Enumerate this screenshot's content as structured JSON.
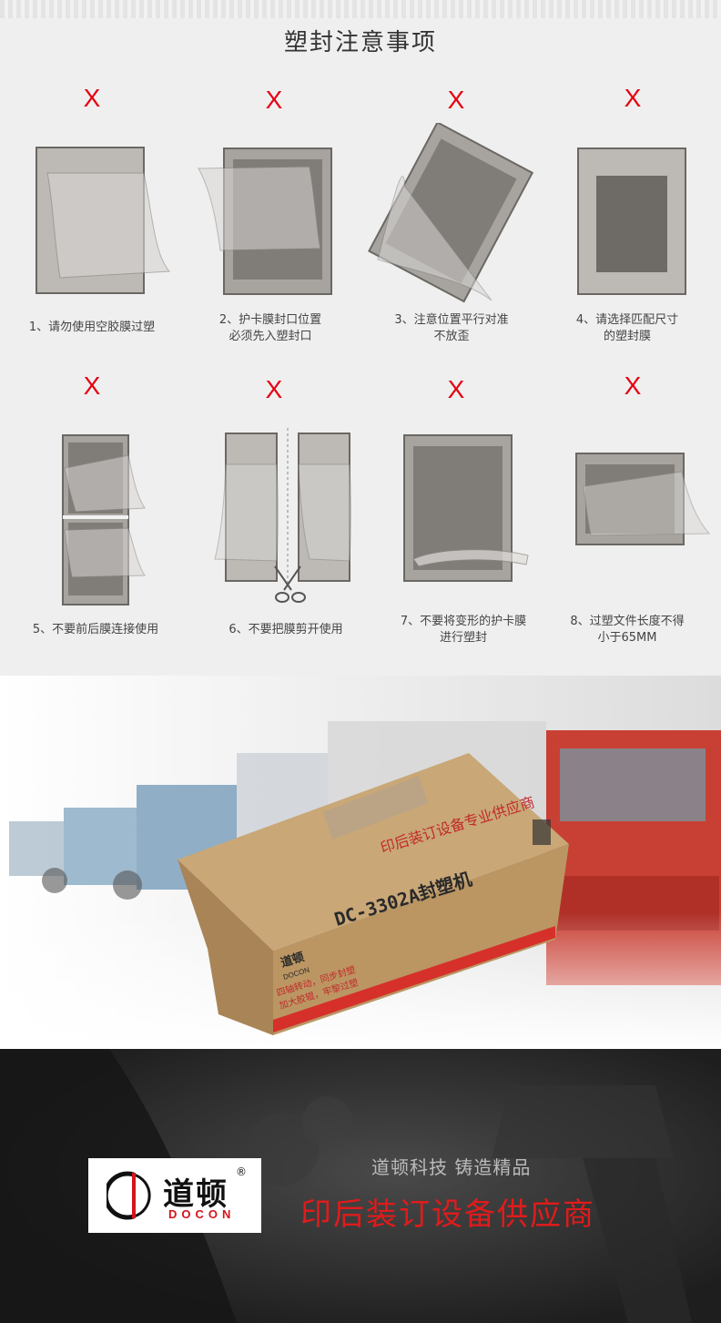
{
  "title": "塑封注意事项",
  "mark": "X",
  "tips": [
    {
      "line1": "1、请勿使用空胶膜过塑",
      "line2": ""
    },
    {
      "line1": "2、护卡膜封口位置",
      "line2": "必须先入塑封口"
    },
    {
      "line1": "3、注意位置平行对准",
      "line2": "不放歪"
    },
    {
      "line1": "4、请选择匹配尺寸",
      "line2": "的塑封膜"
    },
    {
      "line1": "5、不要前后膜连接使用",
      "line2": ""
    },
    {
      "line1": "6、不要把膜剪开使用",
      "line2": ""
    },
    {
      "line1": "7、不要将变形的护卡膜",
      "line2": "进行塑封"
    },
    {
      "line1": "8、过塑文件长度不得",
      "line2": "小于65MM"
    }
  ],
  "box": {
    "slogan_top": "印后装订设备专业供应商",
    "model": "DC-3302A封塑机",
    "brand_cn": "道顿",
    "brand_en": "DOCON",
    "feature_1": "四轴转动，同步封塑",
    "feature_2": "加大胶辊，牢黎过塑"
  },
  "footer": {
    "brand_cn": "道顿",
    "brand_en": "DOCON",
    "reg": "®",
    "slogan": "道顿科技 铸造精品",
    "supplier": "印后装订设备供应商"
  },
  "colors": {
    "accent": "#e60012",
    "frame": "#6b6864",
    "pouch": "#a7a4a0",
    "photo": "#807c78"
  }
}
